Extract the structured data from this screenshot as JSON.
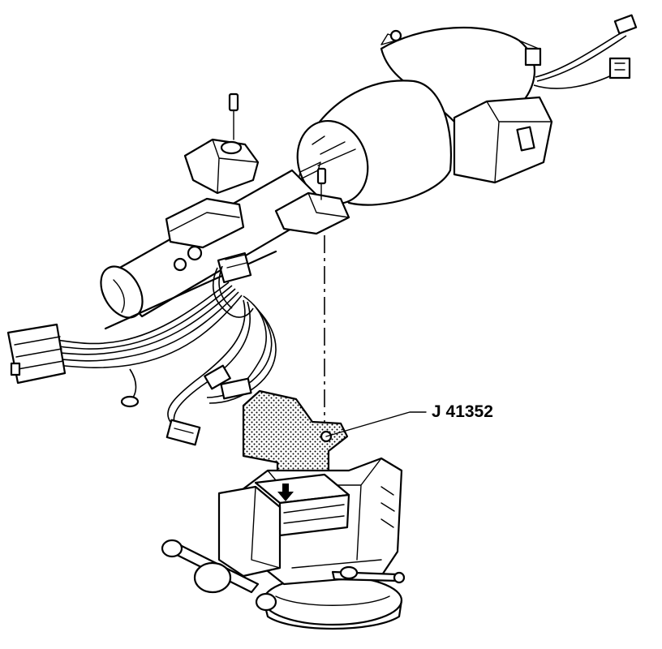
{
  "callouts": [
    {
      "id": "tool",
      "label": "J 41352"
    }
  ],
  "icons": [
    "steering-column",
    "wiring-harness",
    "bench-vise",
    "support-fixture"
  ],
  "colors": {
    "ink": "#000000",
    "paper": "#ffffff"
  }
}
